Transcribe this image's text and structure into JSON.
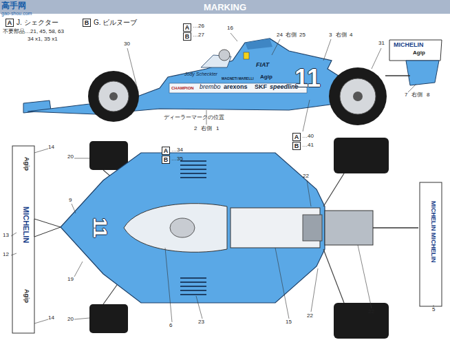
{
  "diagram": {
    "title": "MARKING",
    "nodes": [
      {
        "text": [
          "A"
        ]
      },
      {
        "text": [
          "B"
        ]
      },
      {
        "text": [
          "A"
        ]
      },
      {
        "text": [
          "B"
        ]
      },
      {
        "text": [
          "A"
        ]
      },
      {
        "text": [
          "B"
        ]
      },
      {
        "text": [
          "A"
        ]
      },
      {
        "text": [
          "B"
        ]
      }
    ],
    "labels": [
      "高手网",
      "gao-shou.com",
      "J. シェクター",
      "G. ビルヌーブ",
      "不要部品…21, 45, 58, 63",
      "34 x1, 35 x1",
      "…26",
      "…27",
      "16",
      "24",
      "右側",
      "25",
      "3",
      "右側",
      "4",
      "31",
      "30",
      "7",
      "右側",
      "8",
      "2",
      "右側",
      "1",
      "ディーラーマークの位置",
      "…40",
      "…41",
      "MICHELIN",
      "Agip",
      "11",
      "Jody Scheckter",
      "FIAT",
      "MAGNETI MARELLI",
      "Agip",
      "CHAMPION",
      "brembo",
      "arexons",
      "SKF",
      "speedline",
      "…34",
      "…35",
      "14",
      "20",
      "9",
      "13",
      "12",
      "19",
      "14",
      "20",
      "6",
      "23",
      "15",
      "22",
      "22",
      "22",
      "5",
      "Agip",
      "MICHELIN",
      "Agip",
      "11",
      "MICHELIN MICHELIN"
    ]
  }
}
